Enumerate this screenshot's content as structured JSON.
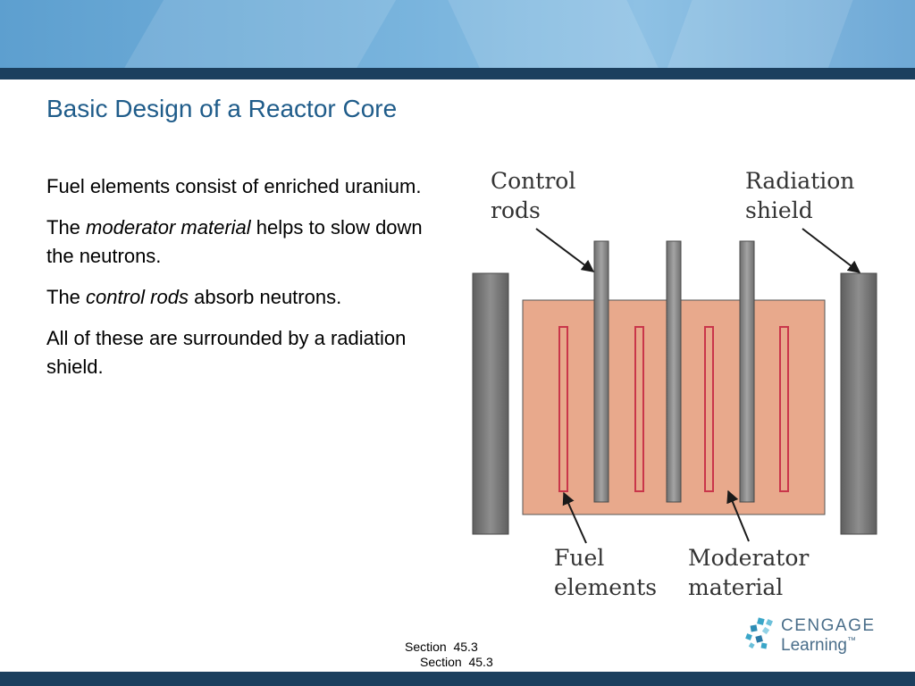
{
  "slide": {
    "title": "Basic Design of a Reactor Core",
    "body": {
      "p1": "Fuel elements consist of enriched uranium.",
      "p2_pre": "The ",
      "p2_em": "moderator material",
      "p2_post": " helps to slow down the neutrons.",
      "p3_pre": "The ",
      "p3_em": "control rods",
      "p3_post": " absorb neutrons.",
      "p4": "All of these are surrounded by a radiation shield."
    }
  },
  "diagram": {
    "labels": {
      "control_rods": "Control\nrods",
      "radiation_shield": "Radiation\nshield",
      "fuel_elements": "Fuel\nelements",
      "moderator_material": "Moderator\nmaterial"
    },
    "colors": {
      "moderator": "#e8a98c",
      "fuel_rod": "#c9364a",
      "control_rod": "#8a8a8a",
      "shield": "#7a7a7a"
    }
  },
  "footer": {
    "section_line1": "Section  45.3",
    "section_line2": "Section  45.3"
  },
  "logo": {
    "brand": "CENGAGE",
    "sub": "Learning",
    "tm": "™"
  },
  "theme": {
    "banner": "#6aaad8",
    "stripe": "#1b3f5e",
    "title": "#1f5c8a"
  }
}
